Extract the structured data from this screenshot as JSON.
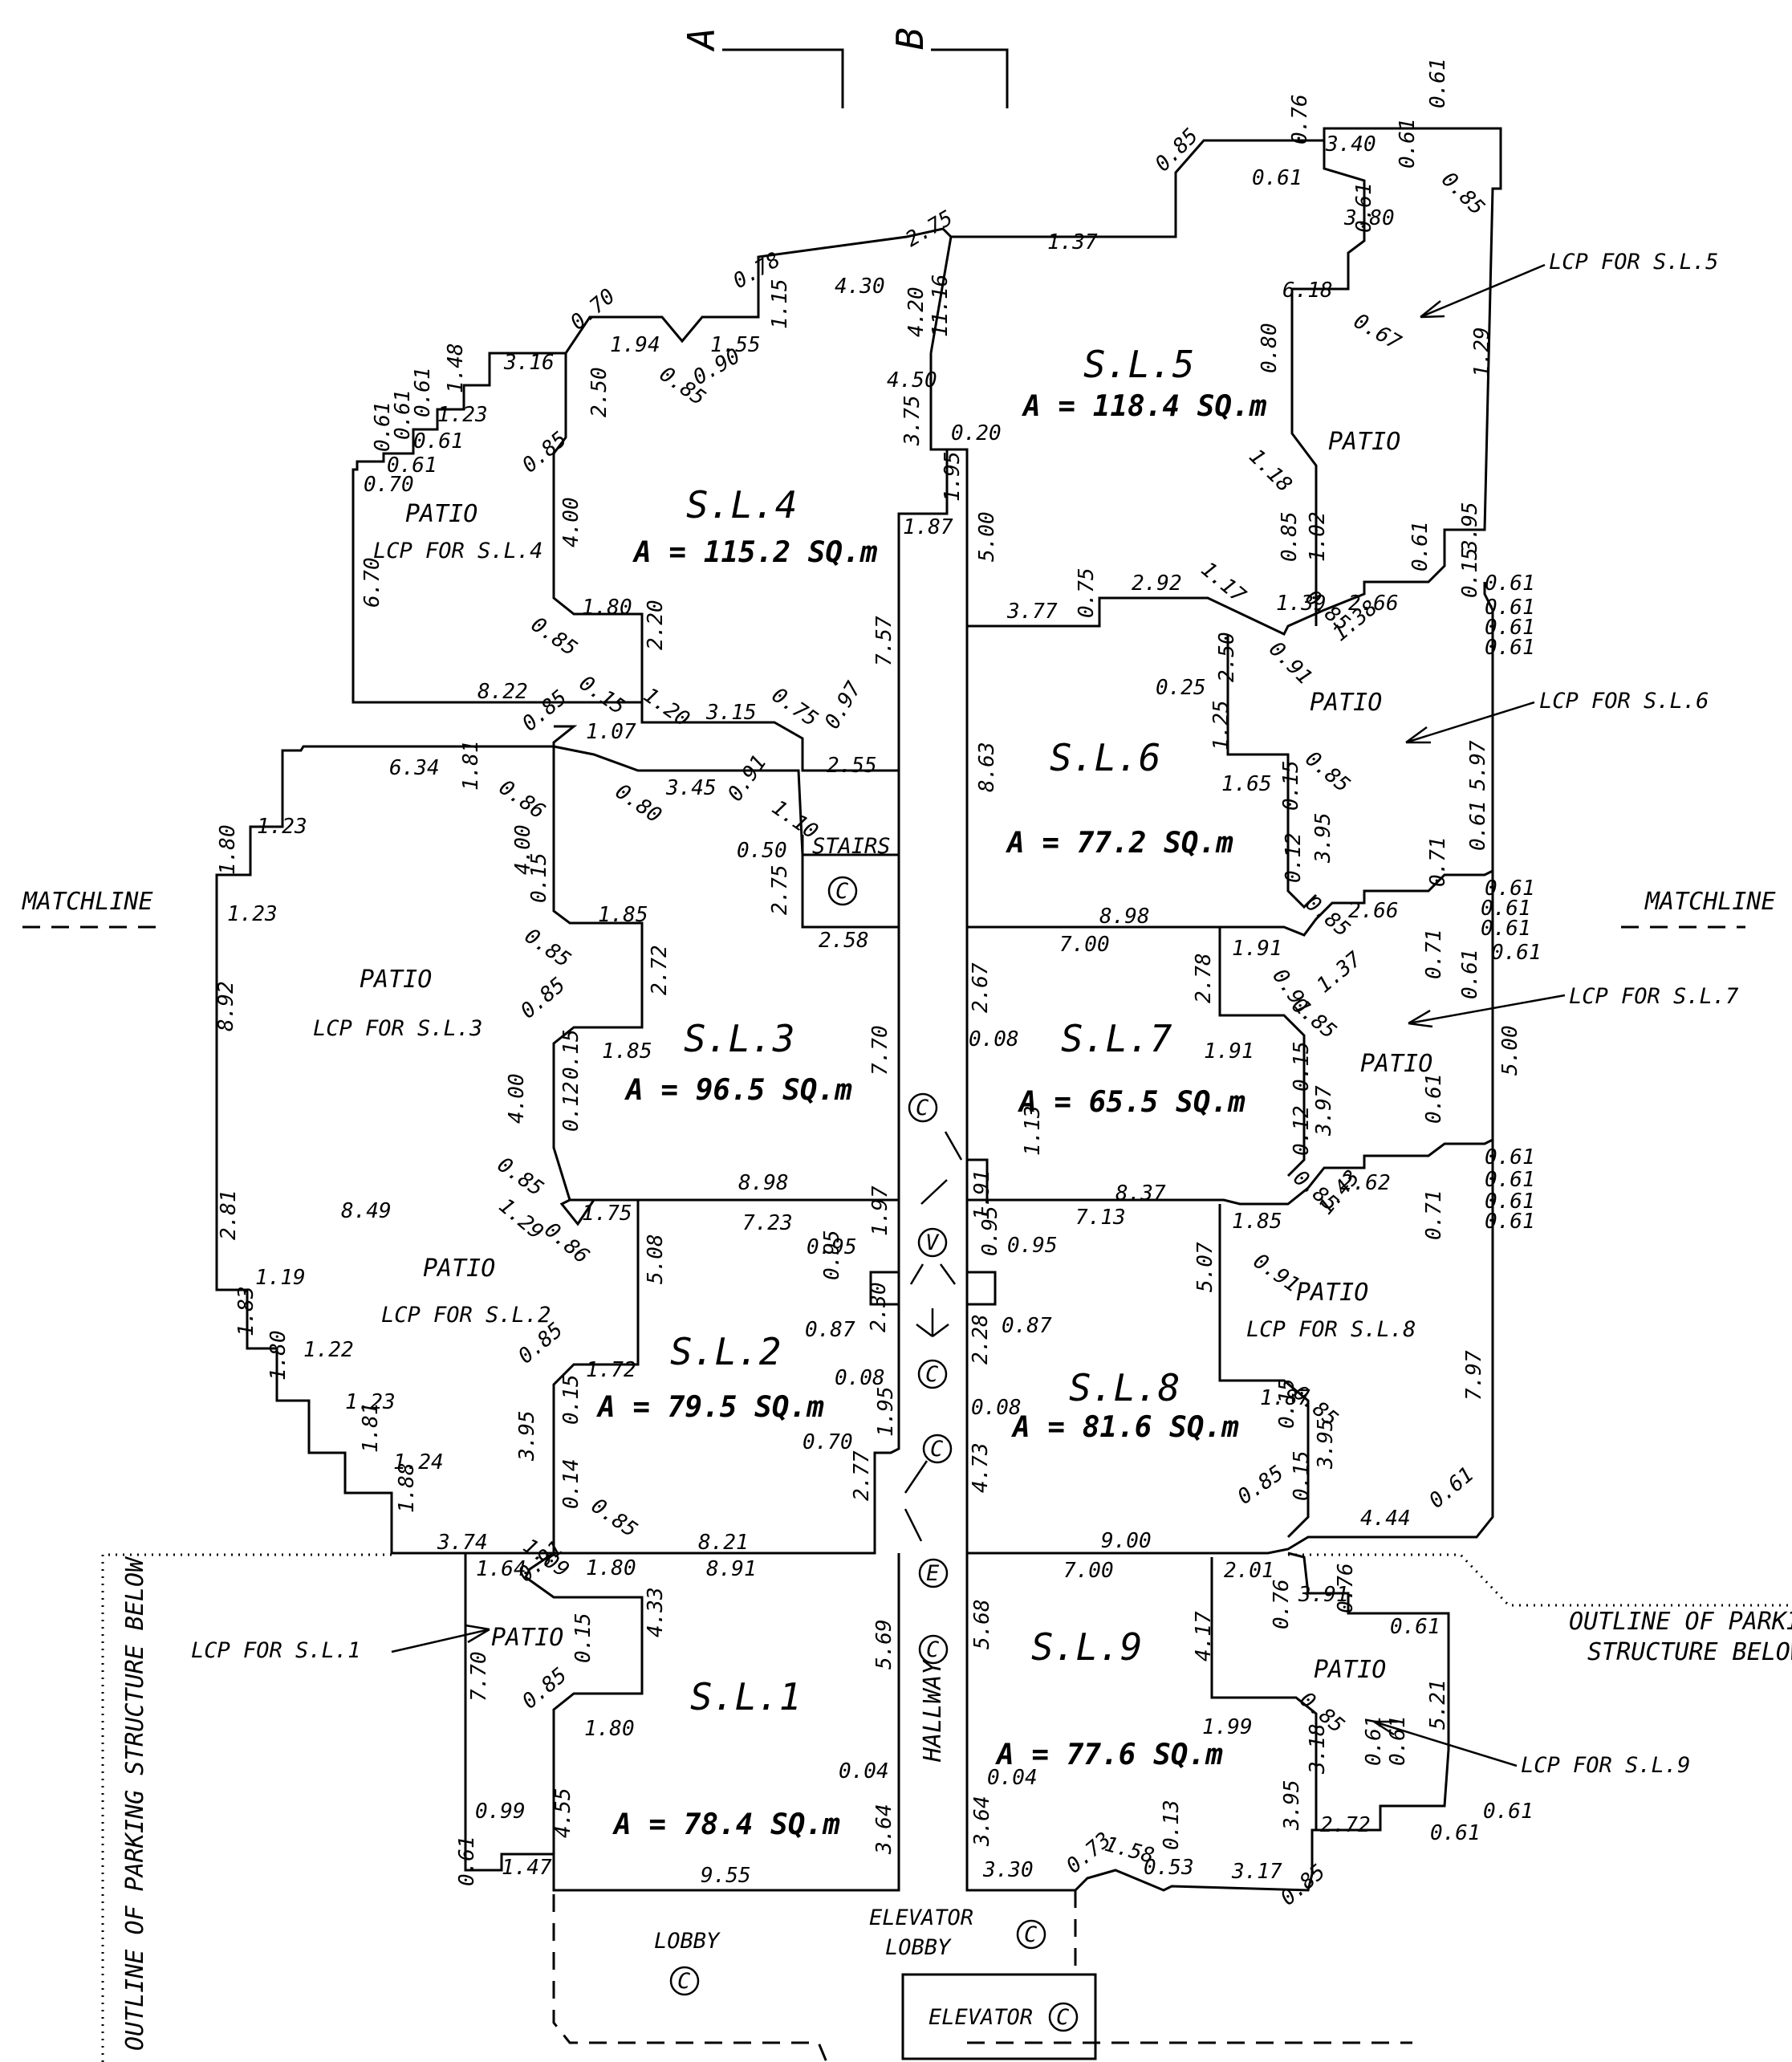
{
  "section_markers": {
    "a": "A",
    "b": "B",
    "tick": "'"
  },
  "matchline": {
    "left": "MATCHLINE",
    "right": "MATCHLINE"
  },
  "parking_note": {
    "left": "OUTLINE OF PARKING STRUCTURE BELOW",
    "right_line1": "OUTLINE OF PARKIN",
    "right_line2": "STRUCTURE BELOW"
  },
  "common_symbol": "C",
  "valve_symbol": "V",
  "e_symbol": "E",
  "units": [
    {
      "id": "sl5",
      "name": "S.L.5",
      "area": "A = 118.4 SQ.m"
    },
    {
      "id": "sl4",
      "name": "S.L.4",
      "area": "A = 115.2 SQ.m"
    },
    {
      "id": "sl6",
      "name": "S.L.6",
      "area": "A = 77.2 SQ.m"
    },
    {
      "id": "sl3",
      "name": "S.L.3",
      "area": "A = 96.5 SQ.m"
    },
    {
      "id": "sl7",
      "name": "S.L.7",
      "area": "A = 65.5 SQ.m"
    },
    {
      "id": "sl2",
      "name": "S.L.2",
      "area": "A = 79.5 SQ.m"
    },
    {
      "id": "sl8",
      "name": "S.L.8",
      "area": "A = 81.6 SQ.m"
    },
    {
      "id": "sl1",
      "name": "S.L.1",
      "area": "A = 78.4 SQ.m"
    },
    {
      "id": "sl9",
      "name": "S.L.9",
      "area": "A = 77.6 SQ.m"
    }
  ],
  "patio_word": "PATIO",
  "lcp": {
    "sl1": "LCP FOR S.L.1",
    "sl2": "LCP FOR S.L.2",
    "sl3": "LCP FOR S.L.3",
    "sl4": "LCP FOR S.L.4",
    "sl5": "LCP FOR S.L.5",
    "sl6": "LCP FOR S.L.6",
    "sl7": "LCP FOR S.L.7",
    "sl8": "LCP FOR S.L.8",
    "sl9": "LCP FOR S.L.9"
  },
  "common_areas": {
    "stairs": "STAIRS",
    "hallway": "HALLWAY",
    "lobby": "LOBBY",
    "elevator_lobby_1": "ELEVATOR",
    "elevator_lobby_2": "LOBBY",
    "elevator": "ELEVATOR"
  },
  "dims": {
    "sl5": [
      "0.85",
      "0.76",
      "3.40",
      "0.61",
      "0.61",
      "0.61",
      "0.85",
      "0.61",
      "3.80",
      "1.37",
      "2.75",
      "6.18",
      "0.67",
      "1.29",
      "0.80",
      "11.16",
      "4.20",
      "4.50",
      "3.75",
      "0.20",
      "1.18",
      "1.02",
      "0.85",
      "3.95",
      "0.15",
      "0.61",
      "0.71"
    ],
    "sl4": [
      "0.78",
      "4.30",
      "1.15",
      "0.70",
      "1.94",
      "1.55",
      "0.85",
      "0.90",
      "3.16",
      "1.48",
      "0.61",
      "0.61",
      "1.23",
      "0.61",
      "0.61",
      "0.61",
      "0.70",
      "2.50",
      "0.85",
      "4.00",
      "6.70",
      "1.80",
      "0.85",
      "2.20",
      "8.22",
      "0.15",
      "1.20",
      "3.15",
      "0.75",
      "0.97",
      "2.55",
      "7.57",
      "1.95",
      "1.87",
      "5.00"
    ],
    "sl6": [
      "3.77",
      "0.75",
      "2.92",
      "1.17",
      "1.39",
      "2.50",
      "0.25",
      "1.25",
      "0.85",
      "2.66",
      "1.38",
      "0.91",
      "0.61",
      "0.61",
      "0.61",
      "0.61",
      "0.61",
      "8.63",
      "1.65",
      "0.15",
      "0.85",
      "5.97",
      "3.95",
      "0.61",
      "0.71",
      "0.12",
      "0.85",
      "2.66",
      "8.98"
    ],
    "sl3": [
      "0.85",
      "1.07",
      "6.34",
      "1.81",
      "0.86",
      "0.80",
      "3.45",
      "0.91",
      "1.10",
      "1.23",
      "1.80",
      "0.50",
      "4.00",
      "2.75",
      "0.15",
      "1.23",
      "1.85",
      "0.85",
      "2.72",
      "8.92",
      "0.85",
      "1.85",
      "0.15",
      "7.70",
      "4.00",
      "0.12",
      "0.85",
      "8.98",
      "2.58"
    ],
    "sl7": [
      "7.00",
      "1.91",
      "2.78",
      "0.91",
      "1.37",
      "0.61",
      "0.61",
      "0.61",
      "0.61",
      "2.67",
      "0.71",
      "0.61",
      "0.08",
      "0.85",
      "1.91",
      "5.00",
      "0.15",
      "3.97",
      "0.61",
      "0.12",
      "1.13",
      "8.37",
      "0.85",
      "2.62",
      "0.71",
      "0.61",
      "0.61",
      "0.61",
      "0.61"
    ],
    "sl2": [
      "8.49",
      "1.29",
      "0.86",
      "1.75",
      "7.23",
      "2.81",
      "1.19",
      "1.97",
      "0.95",
      "0.95",
      "5.08",
      "1.83",
      "1.22",
      "0.87",
      "2.30",
      "1.80",
      "0.85",
      "1.72",
      "0.08",
      "1.23",
      "0.15",
      "1.95",
      "1.81",
      "1.24",
      "3.95",
      "0.70",
      "0.14",
      "0.85",
      "2.77",
      "1.88",
      "3.74",
      "1.09",
      "8.21"
    ],
    "sl8": [
      "7.13",
      "1.85",
      "0.91",
      "1.43",
      "1.91",
      "0.95",
      "0.95",
      "0.87",
      "5.07",
      "2.28",
      "1.87",
      "0.85",
      "0.08",
      "0.15",
      "7.97",
      "4.73",
      "3.95",
      "0.15",
      "0.85",
      "4.44",
      "0.61",
      "9.00"
    ],
    "sl1": [
      "1.64",
      "0.91",
      "1.80",
      "8.91",
      "4.33",
      "0.15",
      "5.69",
      "7.70",
      "0.85",
      "1.80",
      "0.04",
      "0.99",
      "4.55",
      "3.64",
      "0.61",
      "1.47",
      "9.55"
    ],
    "sl9": [
      "7.00",
      "2.01",
      "3.91",
      "0.76",
      "0.76",
      "0.61",
      "5.68",
      "4.17",
      "5.21",
      "1.99",
      "0.85",
      "0.04",
      "3.18",
      "0.61",
      "0.61",
      "3.64",
      "3.95",
      "2.72",
      "0.61",
      "0.61",
      "3.30",
      "0.73",
      "1.58",
      "0.13",
      "0.53",
      "3.17",
      "0.85"
    ]
  }
}
